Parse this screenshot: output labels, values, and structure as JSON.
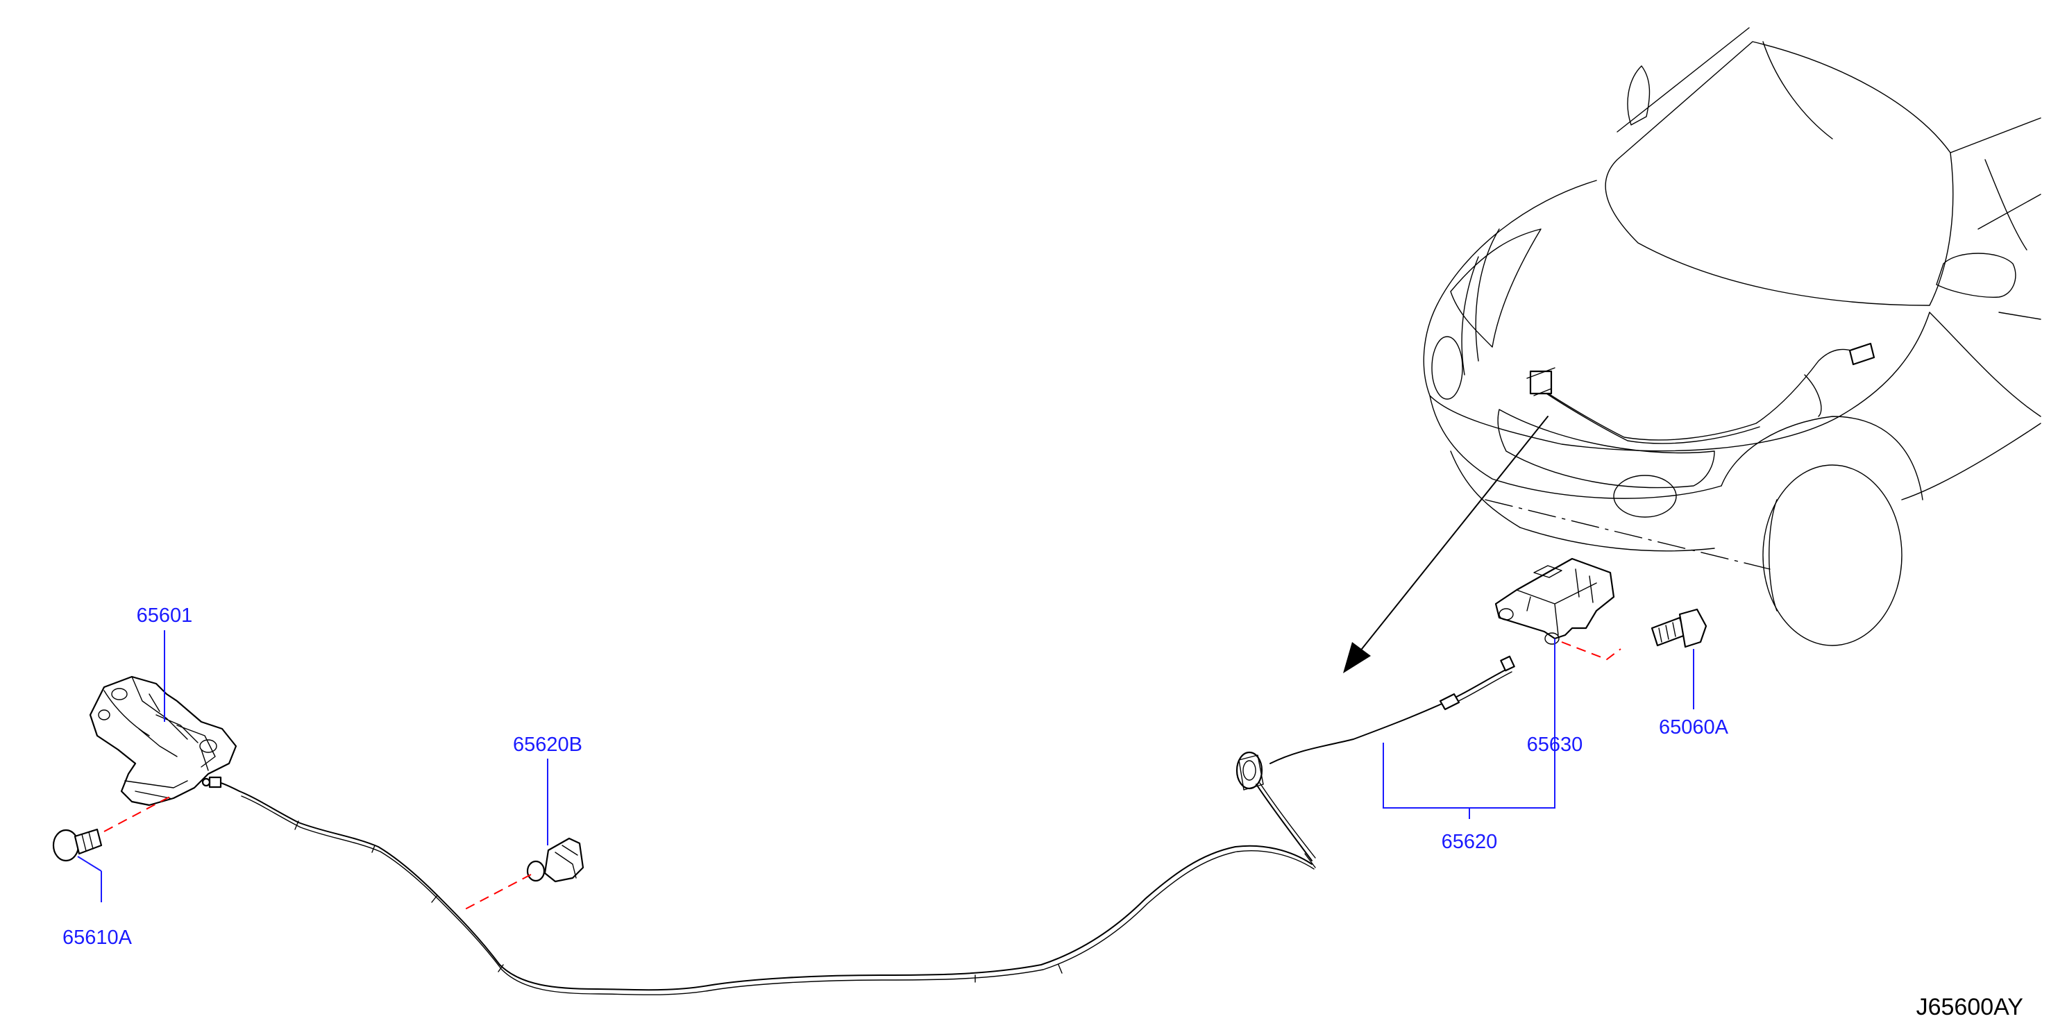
{
  "diagram": {
    "reference_code": "J65600AY",
    "parts": [
      {
        "id": "65601",
        "label": "65601"
      },
      {
        "id": "65610A",
        "label": "65610A"
      },
      {
        "id": "65620B",
        "label": "65620B"
      },
      {
        "id": "65620",
        "label": "65620"
      },
      {
        "id": "65630",
        "label": "65630"
      },
      {
        "id": "65060A",
        "label": "65060A"
      }
    ],
    "colors": {
      "labels": "#1a1aff",
      "dashed_guides": "#ff0000",
      "line_art": "#000000"
    }
  }
}
